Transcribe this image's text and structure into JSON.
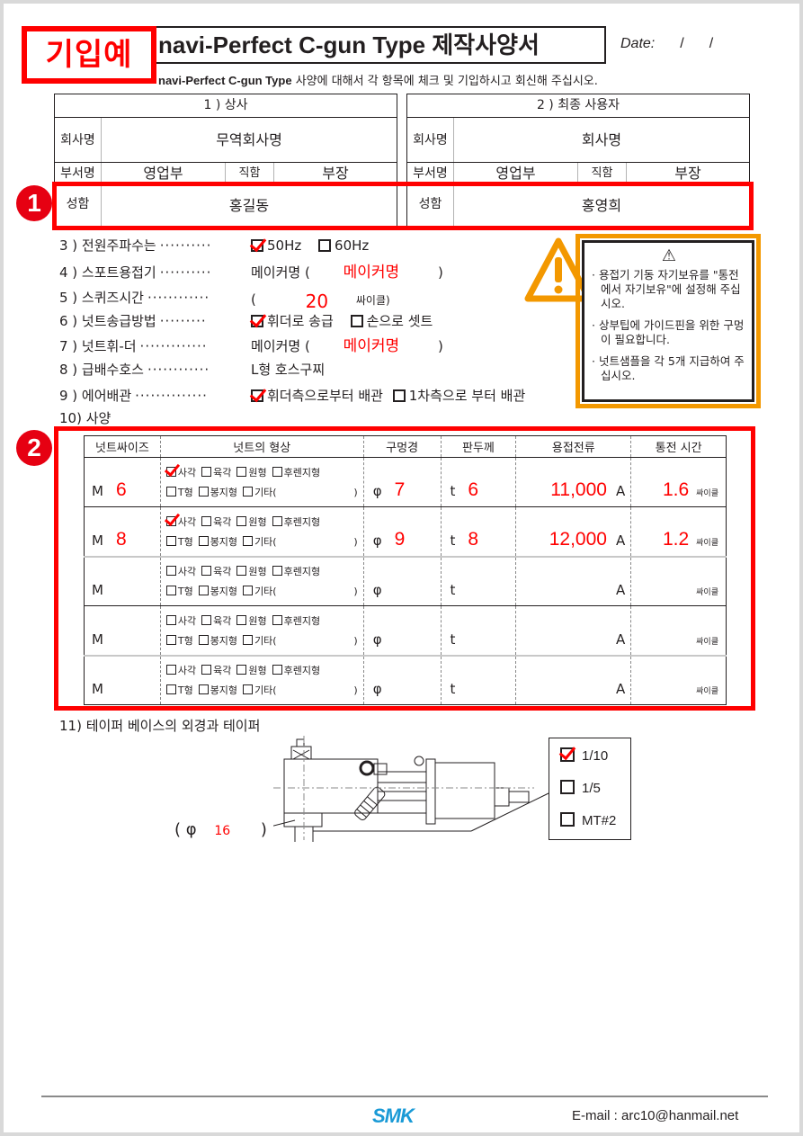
{
  "header": {
    "stamp": "기입예",
    "title": "navi-Perfect C-gun Type 제작사양서",
    "date_label": "Date:",
    "date_sep1": "/",
    "date_sep2": "/",
    "subtitle_bold": "navi-Perfect C-gun Type",
    "subtitle_text": " 사양에 대해서 각 항목에 체크 및 기입하시고 회신해 주십시오."
  },
  "badges": [
    "1",
    "2"
  ],
  "parties": [
    {
      "title": "1 ) 상사",
      "company_label": "회사명",
      "company": "무역회사명",
      "dept_label": "부서명",
      "dept": "영업부",
      "position_label": "직함",
      "position": "부장",
      "name_label": "성함",
      "name": "홍길동"
    },
    {
      "title": "2 ) 최종 사용자",
      "company_label": "회사명",
      "company": "회사명",
      "dept_label": "부서명",
      "dept": "영업부",
      "position_label": "직함",
      "position": "부장",
      "name_label": "성함",
      "name": "홍영희"
    }
  ],
  "items": {
    "i3": {
      "label": "3 ) 전원주파수는",
      "dots": "··········",
      "opt1": "50Hz",
      "opt1_checked": true,
      "opt2": "60Hz",
      "opt2_checked": false
    },
    "i4": {
      "label": "4 ) 스포트용접기",
      "dots": "··········",
      "prefix": "메이커명 (",
      "value": "메이커명",
      "suffix": ")"
    },
    "i5": {
      "label": "5 ) 스퀴즈시간",
      "dots": "············",
      "prefix": "(",
      "value": "20",
      "suffix": "싸이클)"
    },
    "i6": {
      "label": "6 ) 넛트송급방법",
      "dots": "·········",
      "opt1": "휘더로 송급",
      "opt1_checked": true,
      "opt2": "손으로 셋트",
      "opt2_checked": false
    },
    "i7": {
      "label": "7 ) 넛트휘-더",
      "dots": "·············",
      "prefix": "메이커명 (",
      "value": "메이커명",
      "suffix": ")"
    },
    "i8": {
      "label": "8 ) 급배수호스",
      "dots": "············",
      "value": "L형 호스구찌"
    },
    "i9": {
      "label": "9 ) 에어배관",
      "dots": "··············",
      "opt1": "휘더측으로부터 배관",
      "opt1_checked": true,
      "opt2": "1차측으로 부터 배관",
      "opt2_checked": false
    },
    "i10": {
      "label": "10) 사양"
    },
    "i11": {
      "label": "11) 테이퍼 베이스의 외경과 테이퍼"
    }
  },
  "warning": {
    "icon": "warning-triangle-icon",
    "notes": [
      "· 용접기 기동 자기보유를 \"통전에서 자기보유\"에 설정해 주십시오.",
      "· 상부팁에 가이드핀을 위한 구멍이 필요합니다.",
      "· 넛트샘플을 각 5개 지급하여 주십시오."
    ]
  },
  "spec_table": {
    "headers": [
      "넛트싸이즈",
      "넛트의 형상",
      "구멍경",
      "판두께",
      "용접전류",
      "통전 시간"
    ],
    "shape_options_row1": [
      "사각",
      "육각",
      "원형",
      "후렌지형"
    ],
    "shape_options_row2": [
      "T형",
      "봉지형",
      "기타("
    ],
    "shape_close": ")",
    "size_prefix": "M",
    "hole_prefix": "φ",
    "thick_prefix": "t",
    "current_unit": "A",
    "time_unit": "싸이클",
    "rows": [
      {
        "size": "6",
        "checked": "사각",
        "hole": "7",
        "thick": "6",
        "current": "11,000",
        "time": "1.6"
      },
      {
        "size": "8",
        "checked": "사각",
        "hole": "9",
        "thick": "8",
        "current": "12,000",
        "time": "1.2"
      },
      {
        "size": "",
        "checked": "",
        "hole": "",
        "thick": "",
        "current": "",
        "time": ""
      },
      {
        "size": "",
        "checked": "",
        "hole": "",
        "thick": "",
        "current": "",
        "time": ""
      },
      {
        "size": "",
        "checked": "",
        "hole": "",
        "thick": "",
        "current": "",
        "time": ""
      }
    ]
  },
  "taper": {
    "diameter_prefix": "( φ",
    "diameter": "16",
    "diameter_suffix": ")",
    "options": [
      {
        "label": "1/10",
        "checked": true
      },
      {
        "label": "1/5",
        "checked": false
      },
      {
        "label": "MT#2",
        "checked": false
      }
    ]
  },
  "footer": {
    "logo": "SMK",
    "email": "E-mail : arc10@hanmail.net"
  },
  "colors": {
    "annotation_red": "#ff0000",
    "warning_orange": "#f39800",
    "logo_blue": "#1a9ad6",
    "ink": "#231f20"
  }
}
